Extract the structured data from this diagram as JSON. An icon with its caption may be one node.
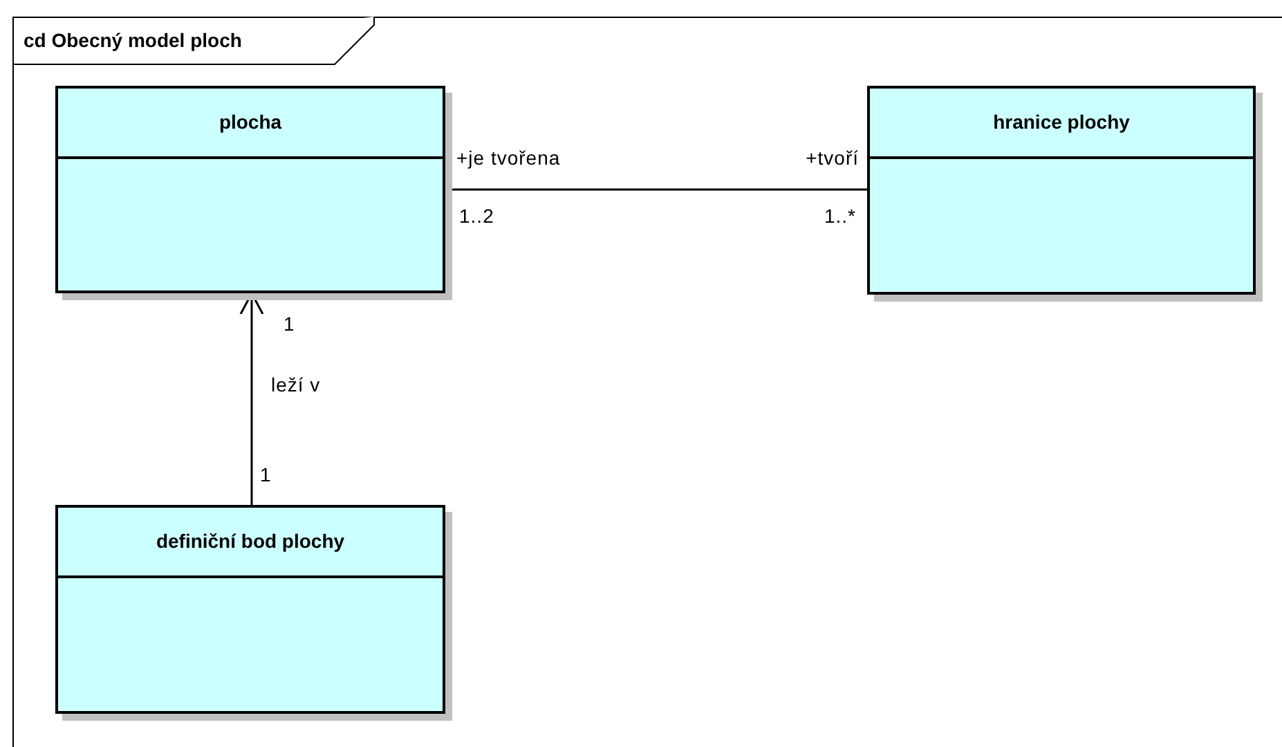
{
  "diagram": {
    "title": "cd Obecný model ploch",
    "nodes": [
      {
        "text": [
          "plocha"
        ]
      },
      {
        "text": [
          "hranice plochy"
        ]
      },
      {
        "text": [
          "definiční bod plochy"
        ]
      }
    ],
    "edges": [
      {
        "from": 0,
        "to": 1,
        "arrow": "none"
      },
      {
        "from": 2,
        "to": 0,
        "arrow": "to",
        "label": "leží v"
      }
    ],
    "labels": [
      "+je tvořena",
      "1..2",
      "+tvoří",
      "1..*",
      "1",
      "1"
    ]
  }
}
